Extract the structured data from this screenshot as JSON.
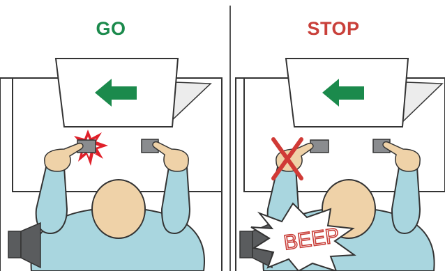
{
  "panels": {
    "go": {
      "title": "GO",
      "title_color": "#1b8a4c"
    },
    "stop": {
      "title": "STOP",
      "title_color": "#c9403a"
    }
  },
  "beep_text": "BEEP",
  "colors": {
    "arrow": "#1b8a4c",
    "table_stroke": "#333333",
    "sleeve": "#a9d6df",
    "skin": "#efd2a8",
    "button": "#8a8c8f",
    "flash": "#e0202a",
    "cross": "#d03a36",
    "speaker": "#5a5c5e",
    "divider": "#555555"
  }
}
